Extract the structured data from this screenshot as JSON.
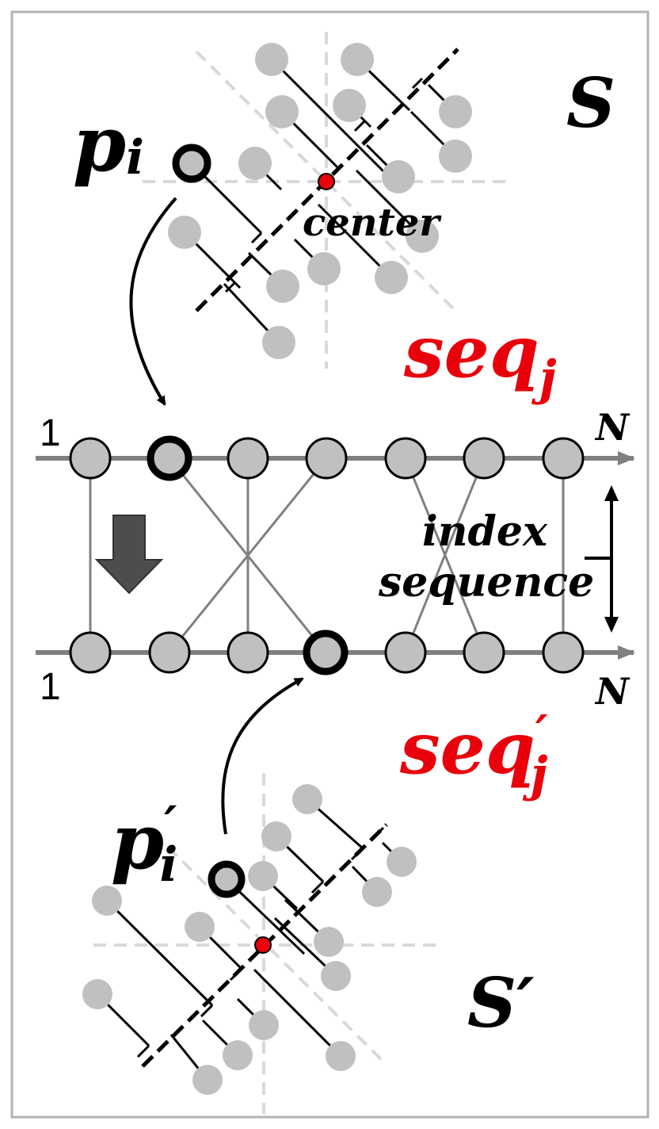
{
  "labels": {
    "set_top": "S",
    "set_bottom": "S′",
    "point_top_base": "p",
    "point_top_sub": "i",
    "point_bottom_base": "p",
    "point_bottom_prime": "′",
    "point_bottom_sub": "i",
    "center": "center",
    "seq_top_base": "seq",
    "seq_top_sub": "j",
    "seq_bottom_base": "seq",
    "seq_bottom_prime": "′",
    "seq_bottom_sub": "j",
    "index_line1": "index",
    "index_line2": "sequence",
    "axis_start_top": "1",
    "axis_end_top": "N",
    "axis_start_bottom": "1",
    "axis_end_bottom": "N"
  },
  "colors": {
    "highlight_text": "#e8000b",
    "center_dot": "#e8000b",
    "node_fill": "#c0c0c0",
    "axis": "#808080",
    "guide_dash": "#d9d9d9",
    "down_arrow": "#4d4d4d"
  }
}
